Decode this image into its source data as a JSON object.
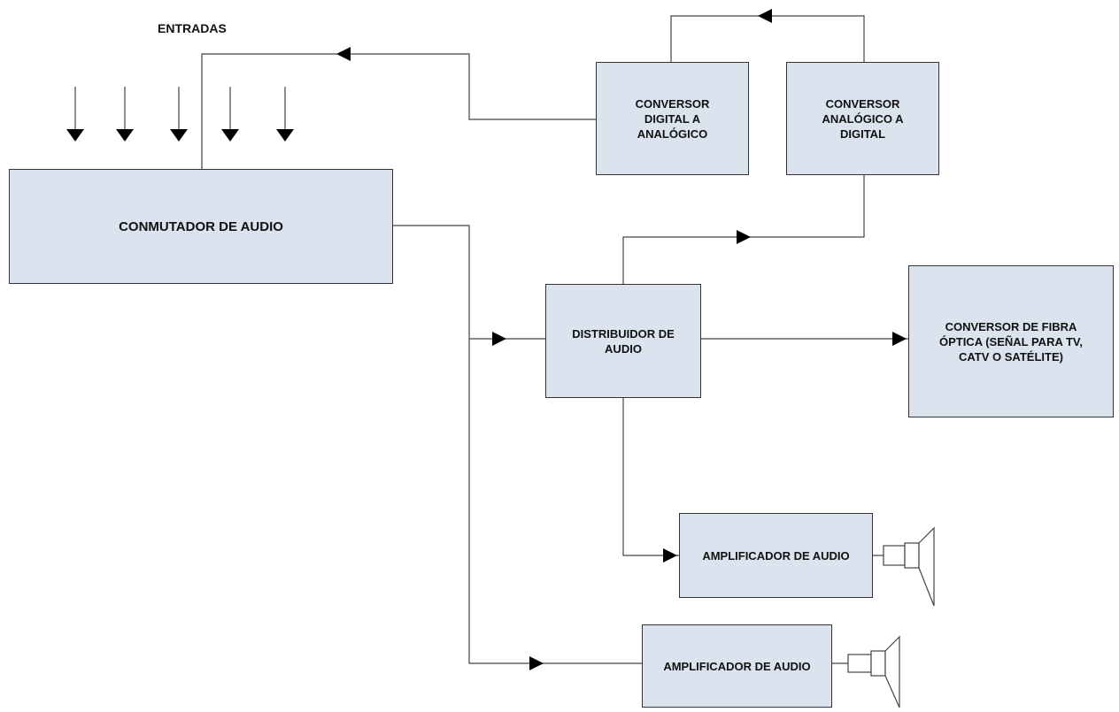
{
  "inputs_label": "ENTRADAS",
  "blocks": {
    "switcher": [
      "CONMUTADOR DE AUDIO"
    ],
    "dac": [
      "CONVERSOR",
      "DIGITAL A",
      "ANALÓGICO"
    ],
    "adc": [
      "CONVERSOR",
      "ANALÓGICO A",
      "DIGITAL"
    ],
    "distributor": [
      "DISTRIBUIDOR DE",
      "AUDIO"
    ],
    "fiber": [
      "CONVERSOR DE FIBRA",
      "ÓPTICA (SEÑAL PARA TV,",
      "CATV O SATÉLITE)"
    ],
    "amp1": [
      "AMPLIFICADOR DE AUDIO"
    ],
    "amp2": [
      "AMPLIFICADOR DE AUDIO"
    ]
  },
  "colors": {
    "block_fill": "#dbe3ee",
    "stroke": "#333333",
    "arrow": "#000000"
  }
}
